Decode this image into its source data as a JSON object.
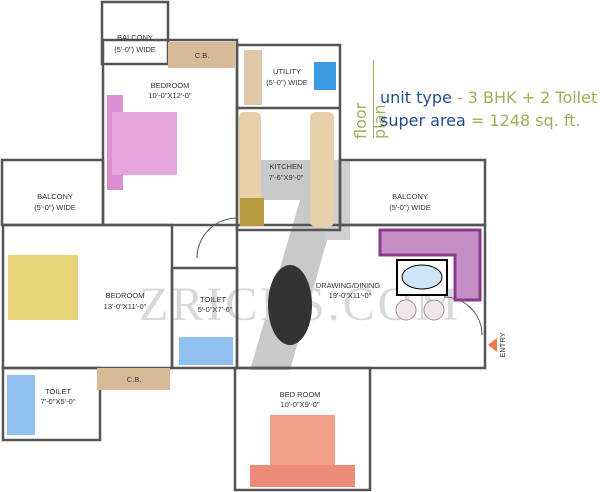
{
  "header": {
    "floor_plan": "floor plan",
    "unit_type_label": "unit type",
    "unit_type_value": "- 3 BHK + 2 Toilet",
    "super_area_label": "super area",
    "super_area_value": "= 1248 sq. ft."
  },
  "rooms": {
    "balcony_top": {
      "name": "BALCONY",
      "size": "(5'-0\") WIDE"
    },
    "cb_top": {
      "name": "C.B."
    },
    "bedroom_1": {
      "name": "BEDROOM",
      "size": "10'-0\"X12'-0\""
    },
    "utility": {
      "name": "UTILITY",
      "size": "(5'-0\") WIDE"
    },
    "kitchen": {
      "name": "KITCHEN",
      "size": "7'-6\"X9'-0\""
    },
    "balcony_left": {
      "name": "BALCONY",
      "size": "(5'-0\") WIDE"
    },
    "balcony_right": {
      "name": "BALCONY",
      "size": "(5'-0\") WIDE"
    },
    "bedroom_2": {
      "name": "BEDROOM",
      "size": "13'-0\"X11'-0\""
    },
    "toilet_mid": {
      "name": "TOILET",
      "size": "5'-0\"X7'-6\""
    },
    "drawing_dining": {
      "name": "DRAWING/DINING",
      "size": "19'-0\"X11'-0\""
    },
    "cb_bottom": {
      "name": "C.B."
    },
    "toilet_left": {
      "name": "TOILET",
      "size": "7'-0\"X5'-0\""
    },
    "bedroom_3": {
      "name": "BED ROOM",
      "size": "10'-0\"X9'-0\""
    }
  },
  "entry": "ENTRY",
  "watermark": "ZRICKS.COM",
  "colors": {
    "blue": "#1f4e8c",
    "olive": "#9fae5a",
    "bed1": "#d98fd0",
    "bed2": "#e8d27a",
    "bed3": "#f0a088",
    "sofa": "#8b3a8b",
    "cb": "#d8b998"
  }
}
